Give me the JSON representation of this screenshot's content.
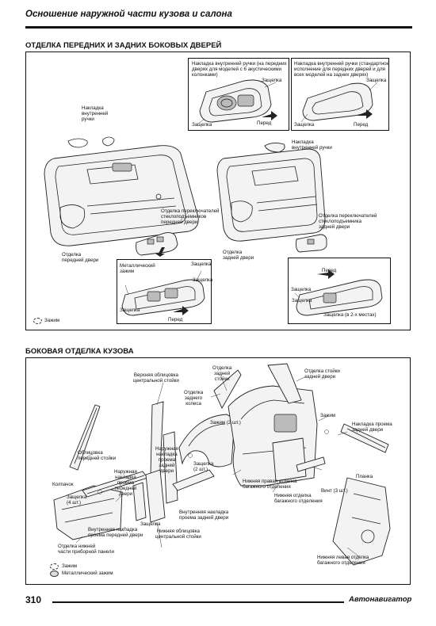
{
  "page": {
    "header": "Осношение наружной части кузова и салона",
    "number": "310",
    "publisher": "Автонавигатор"
  },
  "doors": {
    "title": "ОТДЕЛКА ПЕРЕДНИХ И ЗАДНИХ БОКОВЫХ ДВЕРЕЙ",
    "inset_left": {
      "caption": [
        "Накладка внутренней ручки (на передних",
        "дверях для моделей с 6 акустическими",
        "колонками)"
      ],
      "clip": "Защелка",
      "clip2": "Защелка",
      "front": "Перед"
    },
    "inset_right": {
      "caption": [
        "Накладка внутренней ручки (стандартное",
        "исполнение для передних дверей и для",
        "всех моделей на задних дверях)"
      ],
      "clip": "Защелка",
      "clip2": "Защелка",
      "front": "Перед"
    },
    "inner_handle_cover_left": [
      "Накладка",
      "внутренней",
      "ручки"
    ],
    "inner_handle_cover_right": [
      "Накладка",
      "внутренней ручки"
    ],
    "window_switch_front": [
      "Отделка переключателей",
      "стеклоподъемников",
      "передней двери"
    ],
    "window_switch_rear": [
      "Отделка переключателей",
      "стеклоподъемника",
      "задней двери"
    ],
    "front_door_trim": [
      "Отделка",
      "передней двери"
    ],
    "rear_door_trim": [
      "Отделка",
      "задней двери"
    ],
    "inset_bottom_left": {
      "metal_clip": [
        "Металлический",
        "зажим"
      ],
      "clip_a": "Защелка",
      "clip_b": "Защелка",
      "clip_c": "Защелка",
      "front": "Перед"
    },
    "inset_bottom_right": {
      "clip_a": "Защелка",
      "clip_b": "Защелка",
      "clip_2places": "Защелка (в 2-х местах)",
      "front": "Перед"
    },
    "legend": "Зажим"
  },
  "body": {
    "title": "БОКОВАЯ ОТДЕЛКА КУЗОВА",
    "upper_center_pillar": [
      "Верхняя облицовка",
      "центральной стойки"
    ],
    "rear_pillar_trim": [
      "Отделка",
      "задней",
      "стойки"
    ],
    "rear_pillar_trim2": [
      "Отделка стойки",
      "задней двери"
    ],
    "rear_wheel_trim": [
      "Отделка",
      "заднего",
      "колеса"
    ],
    "clip_2pc_top": "Зажим (2 шт.)",
    "clip_right": "Зажим",
    "rear_door_opening_cover": [
      "Накладка проема",
      "задней двери"
    ],
    "front_pillar_trim": [
      "Облицовка",
      "передней стойки"
    ],
    "outer_rear_door_opening": [
      "Наружная",
      "накладка",
      "проема",
      "задней",
      "двери"
    ],
    "outer_front_door_opening": [
      "Наружная",
      "накладка",
      "проема",
      "передней",
      "двери"
    ],
    "latch_2pc": [
      "Защелка",
      "(2 шт.)"
    ],
    "lower_right_luggage": [
      "Нижняя правая отделка",
      "багажного отделения"
    ],
    "upper_luggage": [
      "Нижняя отделка",
      "багажного отделения"
    ],
    "plank": "Планка",
    "screw_3pc": "Винт (3 шт.)",
    "cap": "Колпачок",
    "latch_4pc": [
      "Защелка",
      "(4 шт.)"
    ],
    "inner_front_door_opening": [
      "Внутренняя накладка",
      "проема передней двери"
    ],
    "inner_rear_door_opening": [
      "Внутренняя накладка",
      "проема задней двери"
    ],
    "latch_bottom": "Защелка",
    "lower_center_pillar": [
      "Нижняя облицовка",
      "центральной стойки"
    ],
    "lower_instrument_panel": [
      "Отделка нижней",
      "части приборной панели"
    ],
    "lower_left_luggage": [
      "Нижняя левая отделка",
      "багажного отделения"
    ],
    "legend_clip": "Зажим",
    "legend_metal_clip": "Металлический зажим"
  }
}
